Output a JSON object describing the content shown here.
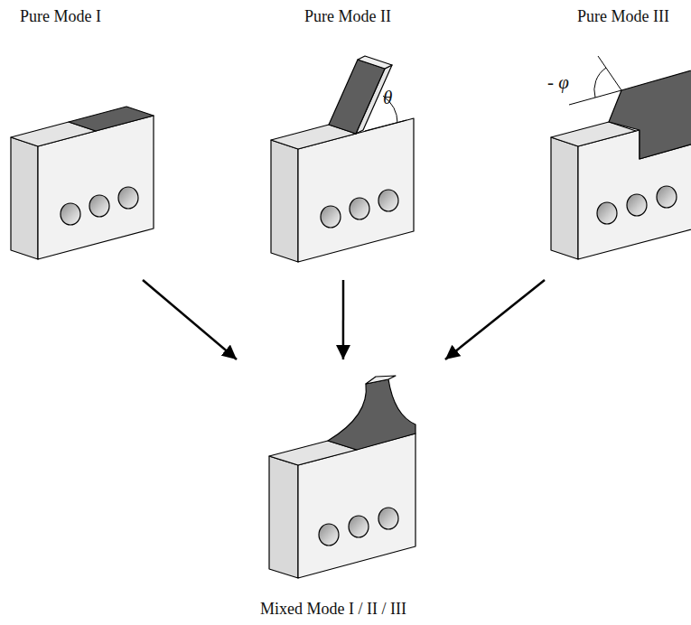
{
  "diagram": {
    "nodes": [
      {
        "text": [
          "Pure Mode I"
        ]
      },
      {
        "text": [
          "Pure Mode II"
        ]
      },
      {
        "text": [
          "Pure Mode III"
        ]
      },
      {
        "text": [
          "Mixed Mode I / II / III"
        ]
      }
    ],
    "edges": [
      {
        "from": 0,
        "to": 3,
        "arrow": "to"
      },
      {
        "from": 1,
        "to": 3,
        "arrow": "to"
      },
      {
        "from": 2,
        "to": 3,
        "arrow": "to"
      }
    ],
    "labels": [
      "θ",
      "- φ"
    ]
  }
}
